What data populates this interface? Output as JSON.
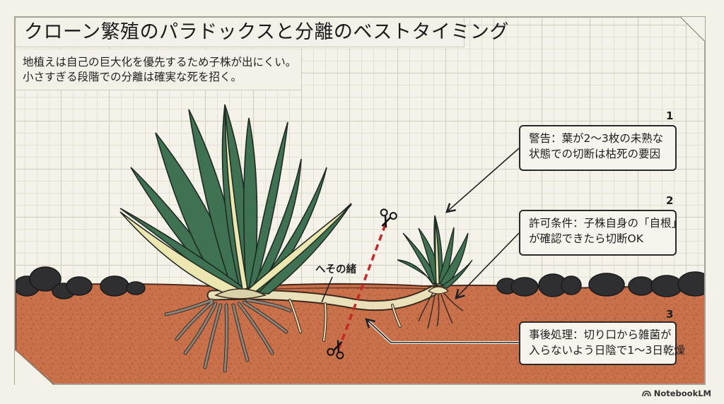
{
  "header": {
    "title": "クローン繁殖のパラドックスと分離のベストタイミング",
    "subtitle_lines": [
      "地植えは自己の巨大化を優先するため子株が出にくい。",
      "小さすぎる段階での分離は確実な死を招く。"
    ]
  },
  "illustration": {
    "rhizome_label": "へその緒",
    "parent_plant": "large variegated agave",
    "offset_plant": "small agave offset (pup)",
    "cut_line_icons": [
      "scissors-icon",
      "scissors-icon"
    ]
  },
  "callouts": [
    {
      "number": "1",
      "lines": [
        "警告：葉が2～3枚の未熟な",
        "状態での切断は枯死の要因"
      ]
    },
    {
      "number": "2",
      "lines": [
        "許可条件：子株自身の「自根」",
        "が確認できたら切断OK"
      ]
    },
    {
      "number": "3",
      "lines": [
        "事後処理：切り口から雑菌が",
        "入らないよう日陰で1～3日乾燥"
      ]
    }
  ],
  "branding": {
    "logo_text": "NotebookLM"
  },
  "colors": {
    "background": "#f3f1e8",
    "grid": "#cfccc0",
    "soil": "#c8704a",
    "leaf_green": "#3f7252",
    "leaf_variegation": "#ece6b0",
    "rock": "#2f2f32",
    "cut_line": "#c62828",
    "root": "#8c8478"
  }
}
